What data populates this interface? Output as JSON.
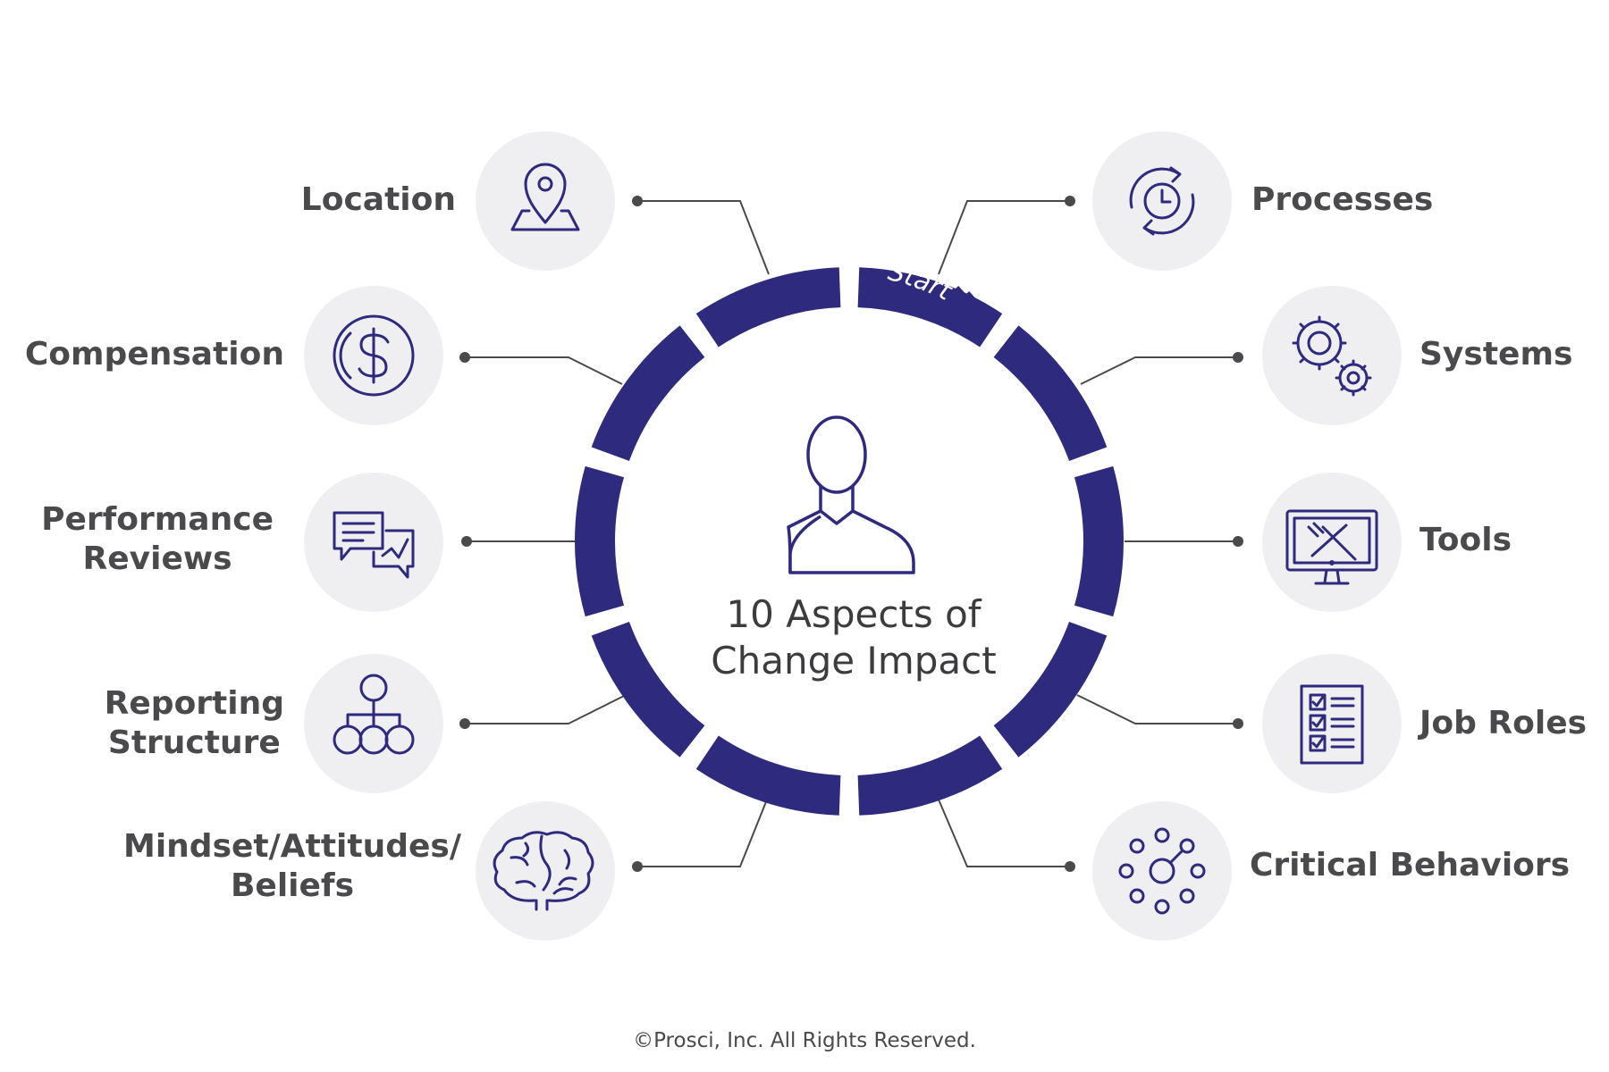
{
  "diagram": {
    "title_lines": [
      "10 Aspects of",
      "Change Impact"
    ],
    "start_label": "Start",
    "accent_color": "#2e2a7d",
    "icon_bg_color": "#efeff1",
    "connector_color": "#4a4a4c",
    "aspects": [
      {
        "id": "location",
        "lines": [
          "Location"
        ],
        "icon": "location-pin-map-icon"
      },
      {
        "id": "processes",
        "lines": [
          "Processes"
        ],
        "icon": "clock-cycle-icon"
      },
      {
        "id": "compensation",
        "lines": [
          "Compensation"
        ],
        "icon": "dollar-coin-icon"
      },
      {
        "id": "systems",
        "lines": [
          "Systems"
        ],
        "icon": "gears-icon"
      },
      {
        "id": "performance-reviews",
        "lines": [
          "Performance",
          "Reviews"
        ],
        "icon": "chat-bubbles-icon"
      },
      {
        "id": "tools",
        "lines": [
          "Tools"
        ],
        "icon": "monitor-tools-icon"
      },
      {
        "id": "reporting-structure",
        "lines": [
          "Reporting",
          "Structure"
        ],
        "icon": "org-chart-icon"
      },
      {
        "id": "job-roles",
        "lines": [
          "Job Roles"
        ],
        "icon": "checklist-icon"
      },
      {
        "id": "mindset-attitudes-beliefs",
        "lines": [
          "Mindset/Attitudes/",
          "Beliefs"
        ],
        "icon": "brain-icon"
      },
      {
        "id": "critical-behaviors",
        "lines": [
          "Critical Behaviors"
        ],
        "icon": "network-nodes-icon"
      }
    ]
  },
  "footer": {
    "copyright": "©Prosci, Inc. All Rights Reserved."
  }
}
